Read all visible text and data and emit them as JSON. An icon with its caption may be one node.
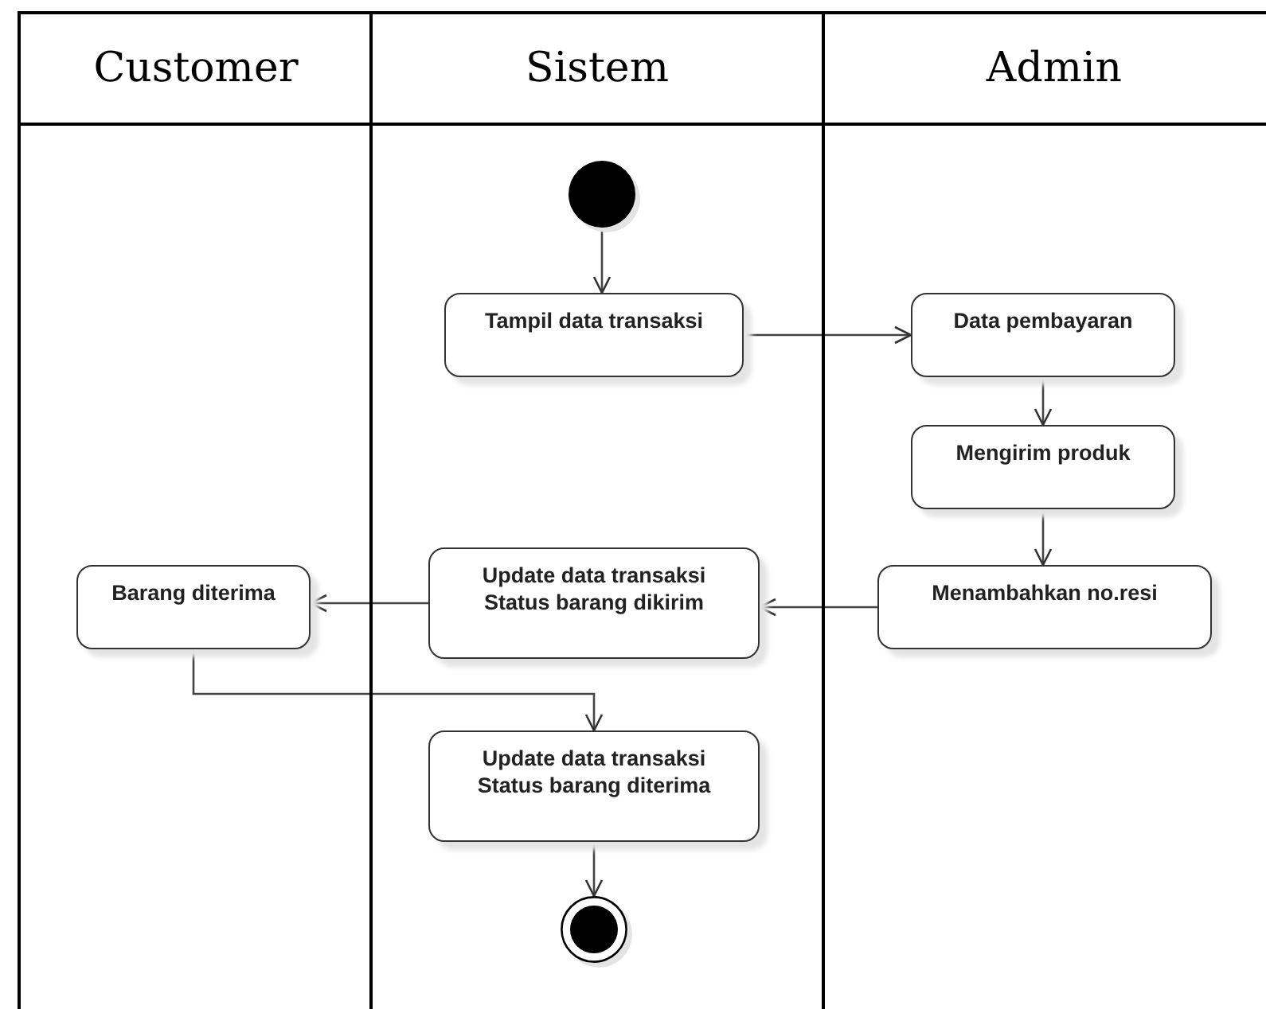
{
  "diagram": {
    "nodes": [
      {
        "text": [
          "Customer"
        ]
      },
      {
        "text": [
          "Sistem"
        ]
      },
      {
        "text": [
          "Admin"
        ]
      },
      {
        "text": [],
        "shape": "circle",
        "in": 1
      },
      {
        "text": [
          "Tampil data transaksi"
        ],
        "in": 1
      },
      {
        "text": [
          "Data pembayaran"
        ],
        "in": 2
      },
      {
        "text": [
          "Mengirim produk"
        ],
        "in": 2
      },
      {
        "text": [
          "Menambahkan no.resi"
        ],
        "in": 2
      },
      {
        "text": [
          "Update data transaksi Status barang dikirim"
        ],
        "in": 1
      },
      {
        "text": [
          "Barang diterima"
        ],
        "in": 0
      },
      {
        "text": [
          "Update data transaksi Status barang diterima"
        ],
        "in": 1
      },
      {
        "text": [],
        "shape": "end-circle",
        "in": 1
      }
    ],
    "edges": [
      {
        "from": 3,
        "to": 4,
        "arrow": "to"
      },
      {
        "from": 4,
        "to": 5,
        "arrow": "to"
      },
      {
        "from": 5,
        "to": 6,
        "arrow": "to"
      },
      {
        "from": 6,
        "to": 7,
        "arrow": "to"
      },
      {
        "from": 7,
        "to": 8,
        "arrow": "to"
      },
      {
        "from": 8,
        "to": 9,
        "arrow": "to"
      },
      {
        "from": 9,
        "to": 10,
        "arrow": "to"
      },
      {
        "from": 10,
        "to": 11,
        "arrow": "to"
      }
    ]
  }
}
